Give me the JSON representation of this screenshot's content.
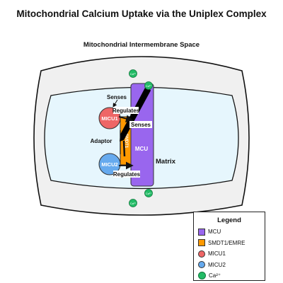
{
  "title": "Mitochondrial Calcium Uptake via the Uniplex Complex",
  "regions": {
    "intermembrane": "Mitochondrial Intermembrane Space",
    "matrix": "Matrix"
  },
  "proteins": {
    "mcu": "MCU",
    "smdt1": "SMDT1/EMRE",
    "smdt1_vertical": "SMDT1",
    "micu1": "MICU1",
    "micu2": "MICU2"
  },
  "ions": {
    "calcium": "Ca²⁺"
  },
  "labels": {
    "senses_top": "Senses",
    "senses_mid": "Senses",
    "regulates_top": "Regulates",
    "regulates_bottom": "Regulates",
    "adaptor": "Adaptor"
  },
  "legend": {
    "title": "Legend",
    "items": [
      {
        "label": "MCU",
        "color": "#9966ee",
        "shape": "square"
      },
      {
        "label": "SMDT1/EMRE",
        "color": "#ff9900",
        "shape": "square"
      },
      {
        "label": "MICU1",
        "color": "#ee6666",
        "shape": "circle"
      },
      {
        "label": "MICU2",
        "color": "#66aaee",
        "shape": "circle"
      },
      {
        "label": "Ca²⁺",
        "color": "#22bb66",
        "shape": "dot"
      }
    ]
  }
}
